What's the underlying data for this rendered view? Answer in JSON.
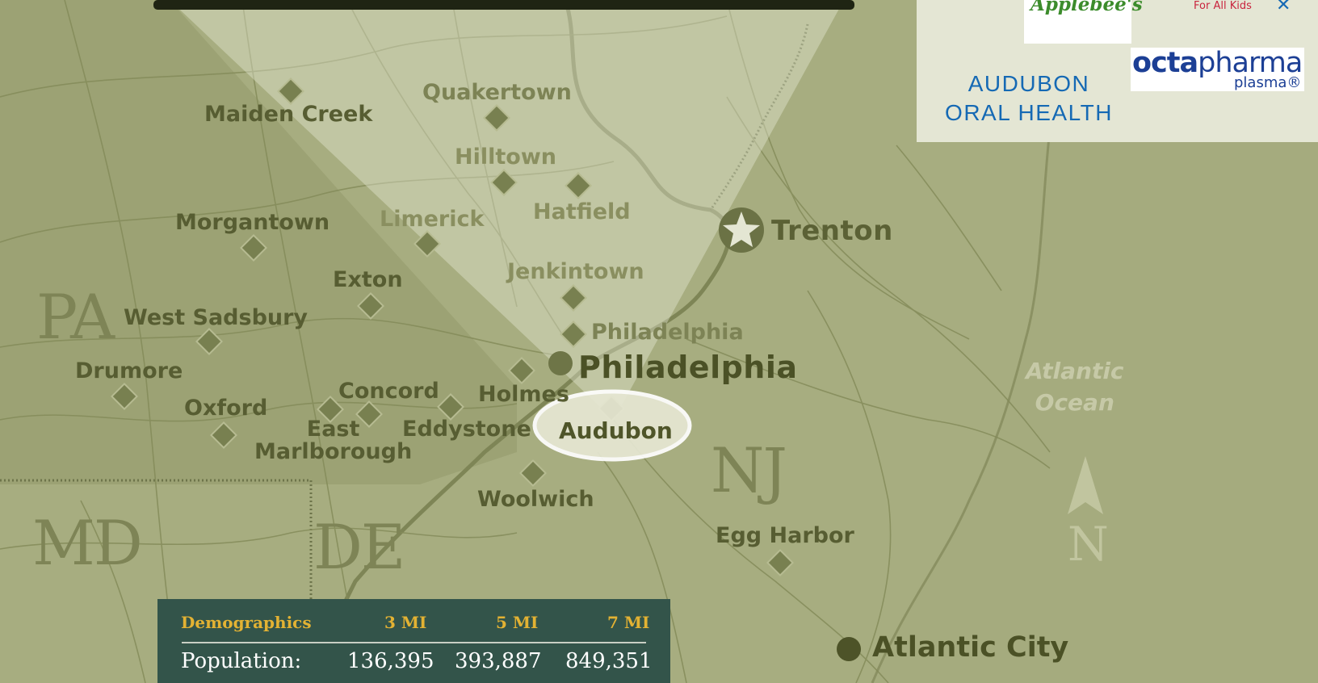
{
  "map": {
    "places": [
      {
        "id": "maiden-creek",
        "label": "Maiden Creek"
      },
      {
        "id": "quakertown",
        "label": "Quakertown"
      },
      {
        "id": "hilltown",
        "label": "Hilltown"
      },
      {
        "id": "hatfield",
        "label": "Hatfield"
      },
      {
        "id": "morgantown",
        "label": "Morgantown"
      },
      {
        "id": "limerick",
        "label": "Limerick"
      },
      {
        "id": "trenton",
        "label": "Trenton"
      },
      {
        "id": "exton",
        "label": "Exton"
      },
      {
        "id": "jenkintown",
        "label": "Jenkintown"
      },
      {
        "id": "west-sadsbury",
        "label": "West Sadsbury"
      },
      {
        "id": "philadelphia-small",
        "label": "Philadelphia"
      },
      {
        "id": "philadelphia",
        "label": "Philadelphia"
      },
      {
        "id": "drumore",
        "label": "Drumore"
      },
      {
        "id": "concord",
        "label": "Concord"
      },
      {
        "id": "holmes",
        "label": "Holmes"
      },
      {
        "id": "oxford",
        "label": "Oxford"
      },
      {
        "id": "east-marlborough",
        "label": "East\nMarlborough"
      },
      {
        "id": "eddystone",
        "label": "Eddystone"
      },
      {
        "id": "audubon",
        "label": "Audubon"
      },
      {
        "id": "woolwich",
        "label": "Woolwich"
      },
      {
        "id": "egg-harbor",
        "label": "Egg Harbor"
      },
      {
        "id": "atlantic-city",
        "label": "Atlantic City"
      }
    ],
    "states": [
      {
        "id": "pa",
        "label": "PA"
      },
      {
        "id": "nj",
        "label": "NJ"
      },
      {
        "id": "md",
        "label": "MD"
      },
      {
        "id": "de",
        "label": "DE"
      }
    ],
    "ocean_label": "Atlantic\nOcean",
    "north_label": "N",
    "colors": {
      "land": "#a7ad80",
      "shade": "#8b9163",
      "cone": "#e9ebd8",
      "roads": "#7f8655",
      "marker": "#6f7548"
    }
  },
  "tenants": {
    "applebees": "Applebee's",
    "for_all_kids": "For All Kids",
    "octa_bold": "octa",
    "octa_rest": "pharma",
    "octa_sub": "plasma",
    "audubon_oral_health": "AUDUBON\nORAL HEALTH"
  },
  "demographics": {
    "headers": [
      "Demographics",
      "3 MI",
      "5 MI",
      "7 MI"
    ],
    "rows": [
      {
        "label": "Population:",
        "values": [
          "136,395",
          "393,887",
          "849,351"
        ]
      }
    ]
  }
}
